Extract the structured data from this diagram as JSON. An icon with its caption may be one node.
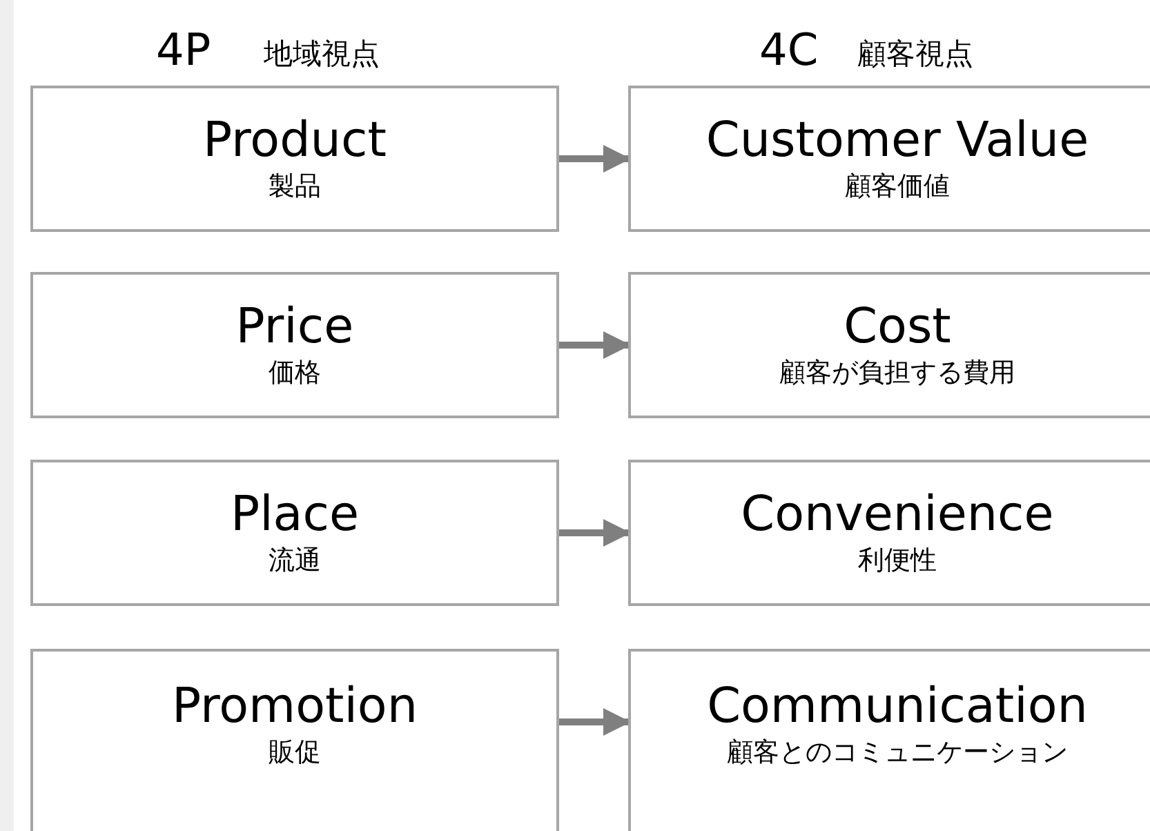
{
  "diagram": {
    "nodes": [
      {
        "text": [
          "Product",
          "製品"
        ]
      },
      {
        "text": [
          "Customer Value",
          "顧客価値"
        ]
      },
      {
        "text": [
          "Price",
          "価格"
        ]
      },
      {
        "text": [
          "Cost",
          "顧客が負担する費用"
        ]
      },
      {
        "text": [
          "Place",
          "流通"
        ]
      },
      {
        "text": [
          "Convenience",
          "利便性"
        ]
      },
      {
        "text": [
          "Promotion",
          "販促"
        ]
      },
      {
        "text": [
          "Communication",
          "顧客とのコミュニケーション"
        ]
      }
    ],
    "edges": [
      {
        "from": 0,
        "to": 1,
        "arrow": "to"
      },
      {
        "from": 2,
        "to": 3,
        "arrow": "to"
      },
      {
        "from": 4,
        "to": 5,
        "arrow": "to"
      },
      {
        "from": 6,
        "to": 7,
        "arrow": "to"
      }
    ],
    "labels": [
      "4P",
      "地域視点",
      "4C",
      "顧客視点"
    ]
  }
}
